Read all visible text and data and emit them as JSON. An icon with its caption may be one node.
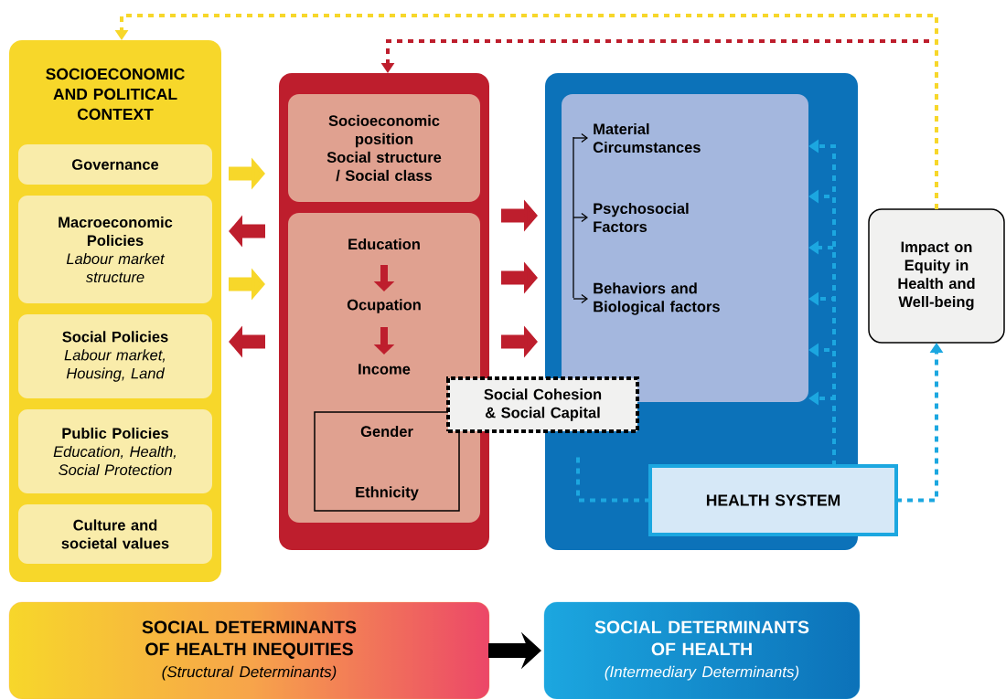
{
  "diagram": {
    "nodes": [
      {
        "text": [
          "SOCIOECONOMIC AND POLITICAL CONTEXT"
        ]
      },
      {
        "text": [
          "Governance"
        ],
        "in": 0
      },
      {
        "text": [
          "Macroeconomic Policies",
          "Labour market structure"
        ],
        "in": 0
      },
      {
        "text": [
          "Social Policies",
          "Labour market, Housing, Land"
        ],
        "in": 0
      },
      {
        "text": [
          "Public Policies",
          "Education, Health, Social Protection"
        ],
        "in": 0
      },
      {
        "text": [
          "Culture and societal values"
        ],
        "in": 0
      },
      {
        "text": [],
        "shape": "box"
      },
      {
        "text": [
          "Socioeconomic position",
          "Social structure / Social class"
        ],
        "in": 6
      },
      {
        "text": [],
        "shape": "box",
        "in": 6
      },
      {
        "text": [
          "Education"
        ],
        "in": 8
      },
      {
        "text": [
          "Ocupation"
        ],
        "in": 8
      },
      {
        "text": [
          "Income"
        ],
        "in": 8
      },
      {
        "text": [
          "Gender",
          "Ethnicity"
        ],
        "in": 8
      },
      {
        "text": [
          "Social Cohesion & Social Capital"
        ]
      },
      {
        "text": [],
        "shape": "box"
      },
      {
        "text": [],
        "shape": "box",
        "in": 14
      },
      {
        "text": [
          "Material Circumstances"
        ],
        "in": 15
      },
      {
        "text": [
          "Psychosocial Factors"
        ],
        "in": 15
      },
      {
        "text": [
          "Behaviors and Biological factors"
        ],
        "in": 15
      },
      {
        "text": [
          "HEALTH SYSTEM"
        ]
      },
      {
        "text": [
          "Impact on Equity in Health and Well-being"
        ]
      },
      {
        "text": [
          "SOCIAL DETERMINANTS OF HEALTH INEQUITIES",
          "(Structural Determinants)"
        ]
      },
      {
        "text": [
          "SOCIAL DETERMINANTS OF HEALTH",
          "(Intermediary Determinants)"
        ]
      }
    ],
    "edges": [
      {
        "from": 0,
        "to": 6,
        "arrow": "to",
        "style": "thick",
        "color": "#f7d72a"
      },
      {
        "from": 6,
        "to": 0,
        "arrow": "to",
        "style": "thick",
        "color": "#be1e2d"
      },
      {
        "from": 0,
        "to": 6,
        "arrow": "to",
        "style": "thick",
        "color": "#f7d72a"
      },
      {
        "from": 6,
        "to": 0,
        "arrow": "to",
        "style": "thick",
        "color": "#be1e2d"
      },
      {
        "from": 6,
        "to": 14,
        "arrow": "to",
        "style": "thick",
        "color": "#be1e2d"
      },
      {
        "from": 6,
        "to": 14,
        "arrow": "to",
        "style": "thick",
        "color": "#be1e2d"
      },
      {
        "from": 6,
        "to": 14,
        "arrow": "to",
        "style": "thick",
        "color": "#be1e2d"
      },
      {
        "from": 9,
        "to": 10,
        "arrow": "to",
        "style": "thick",
        "color": "#be1e2d"
      },
      {
        "from": 10,
        "to": 11,
        "arrow": "to",
        "style": "thick",
        "color": "#be1e2d"
      },
      {
        "from": null,
        "to": 16,
        "arrow": "to",
        "color": "#000000"
      },
      {
        "from": null,
        "to": 17,
        "arrow": "to",
        "color": "#000000"
      },
      {
        "from": null,
        "to": 18,
        "arrow": "to",
        "color": "#000000"
      },
      {
        "from": 19,
        "to": 15,
        "arrow": "to",
        "style": "dashed",
        "color": "#1ca7e0"
      },
      {
        "from": 19,
        "to": 15,
        "arrow": "to",
        "style": "dashed",
        "color": "#1ca7e0"
      },
      {
        "from": 19,
        "to": 15,
        "arrow": "to",
        "style": "dashed",
        "color": "#1ca7e0"
      },
      {
        "from": 19,
        "to": 15,
        "arrow": "to",
        "style": "dashed",
        "color": "#1ca7e0"
      },
      {
        "from": 19,
        "to": 15,
        "arrow": "to",
        "style": "dashed",
        "color": "#1ca7e0"
      },
      {
        "from": 19,
        "to": 15,
        "arrow": "to",
        "style": "dashed",
        "color": "#1ca7e0"
      },
      {
        "from": 19,
        "to": null,
        "arrow": "none",
        "style": "dashed",
        "color": "#1ca7e0"
      },
      {
        "from": 19,
        "to": 20,
        "arrow": "to",
        "style": "dashed",
        "color": "#1ca7e0"
      },
      {
        "from": 20,
        "to": 6,
        "arrow": "to",
        "style": "dashed",
        "color": "#be1e2d"
      },
      {
        "from": 20,
        "to": 0,
        "arrow": "to",
        "style": "dashed",
        "color": "#f7d72a"
      },
      {
        "from": 21,
        "to": 22,
        "arrow": "to",
        "style": "thick",
        "color": "#000000"
      }
    ]
  }
}
